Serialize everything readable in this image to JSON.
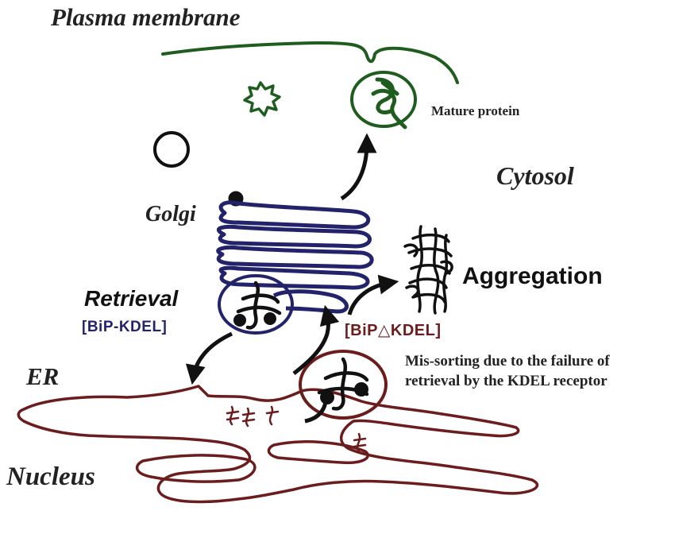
{
  "labels": {
    "plasma_membrane": "Plasma membrane",
    "mature_protein": "Mature protein",
    "cytosol": "Cytosol",
    "golgi": "Golgi",
    "aggregation": "Aggregation",
    "retrieval": "Retrieval",
    "bip_kdel": "[BiP-KDEL]",
    "bip_delta_kdel": "[BiP△KDEL]",
    "er": "ER",
    "missorting_line1": "Mis-sorting due to the failure of",
    "missorting_line2": "retrieval by the KDEL receptor",
    "nucleus": "Nucleus"
  },
  "colors": {
    "membrane_green": "#1f5d1f",
    "golgi_navy": "#23236b",
    "er_maroon": "#6b1d1d",
    "ink": "#111111"
  }
}
